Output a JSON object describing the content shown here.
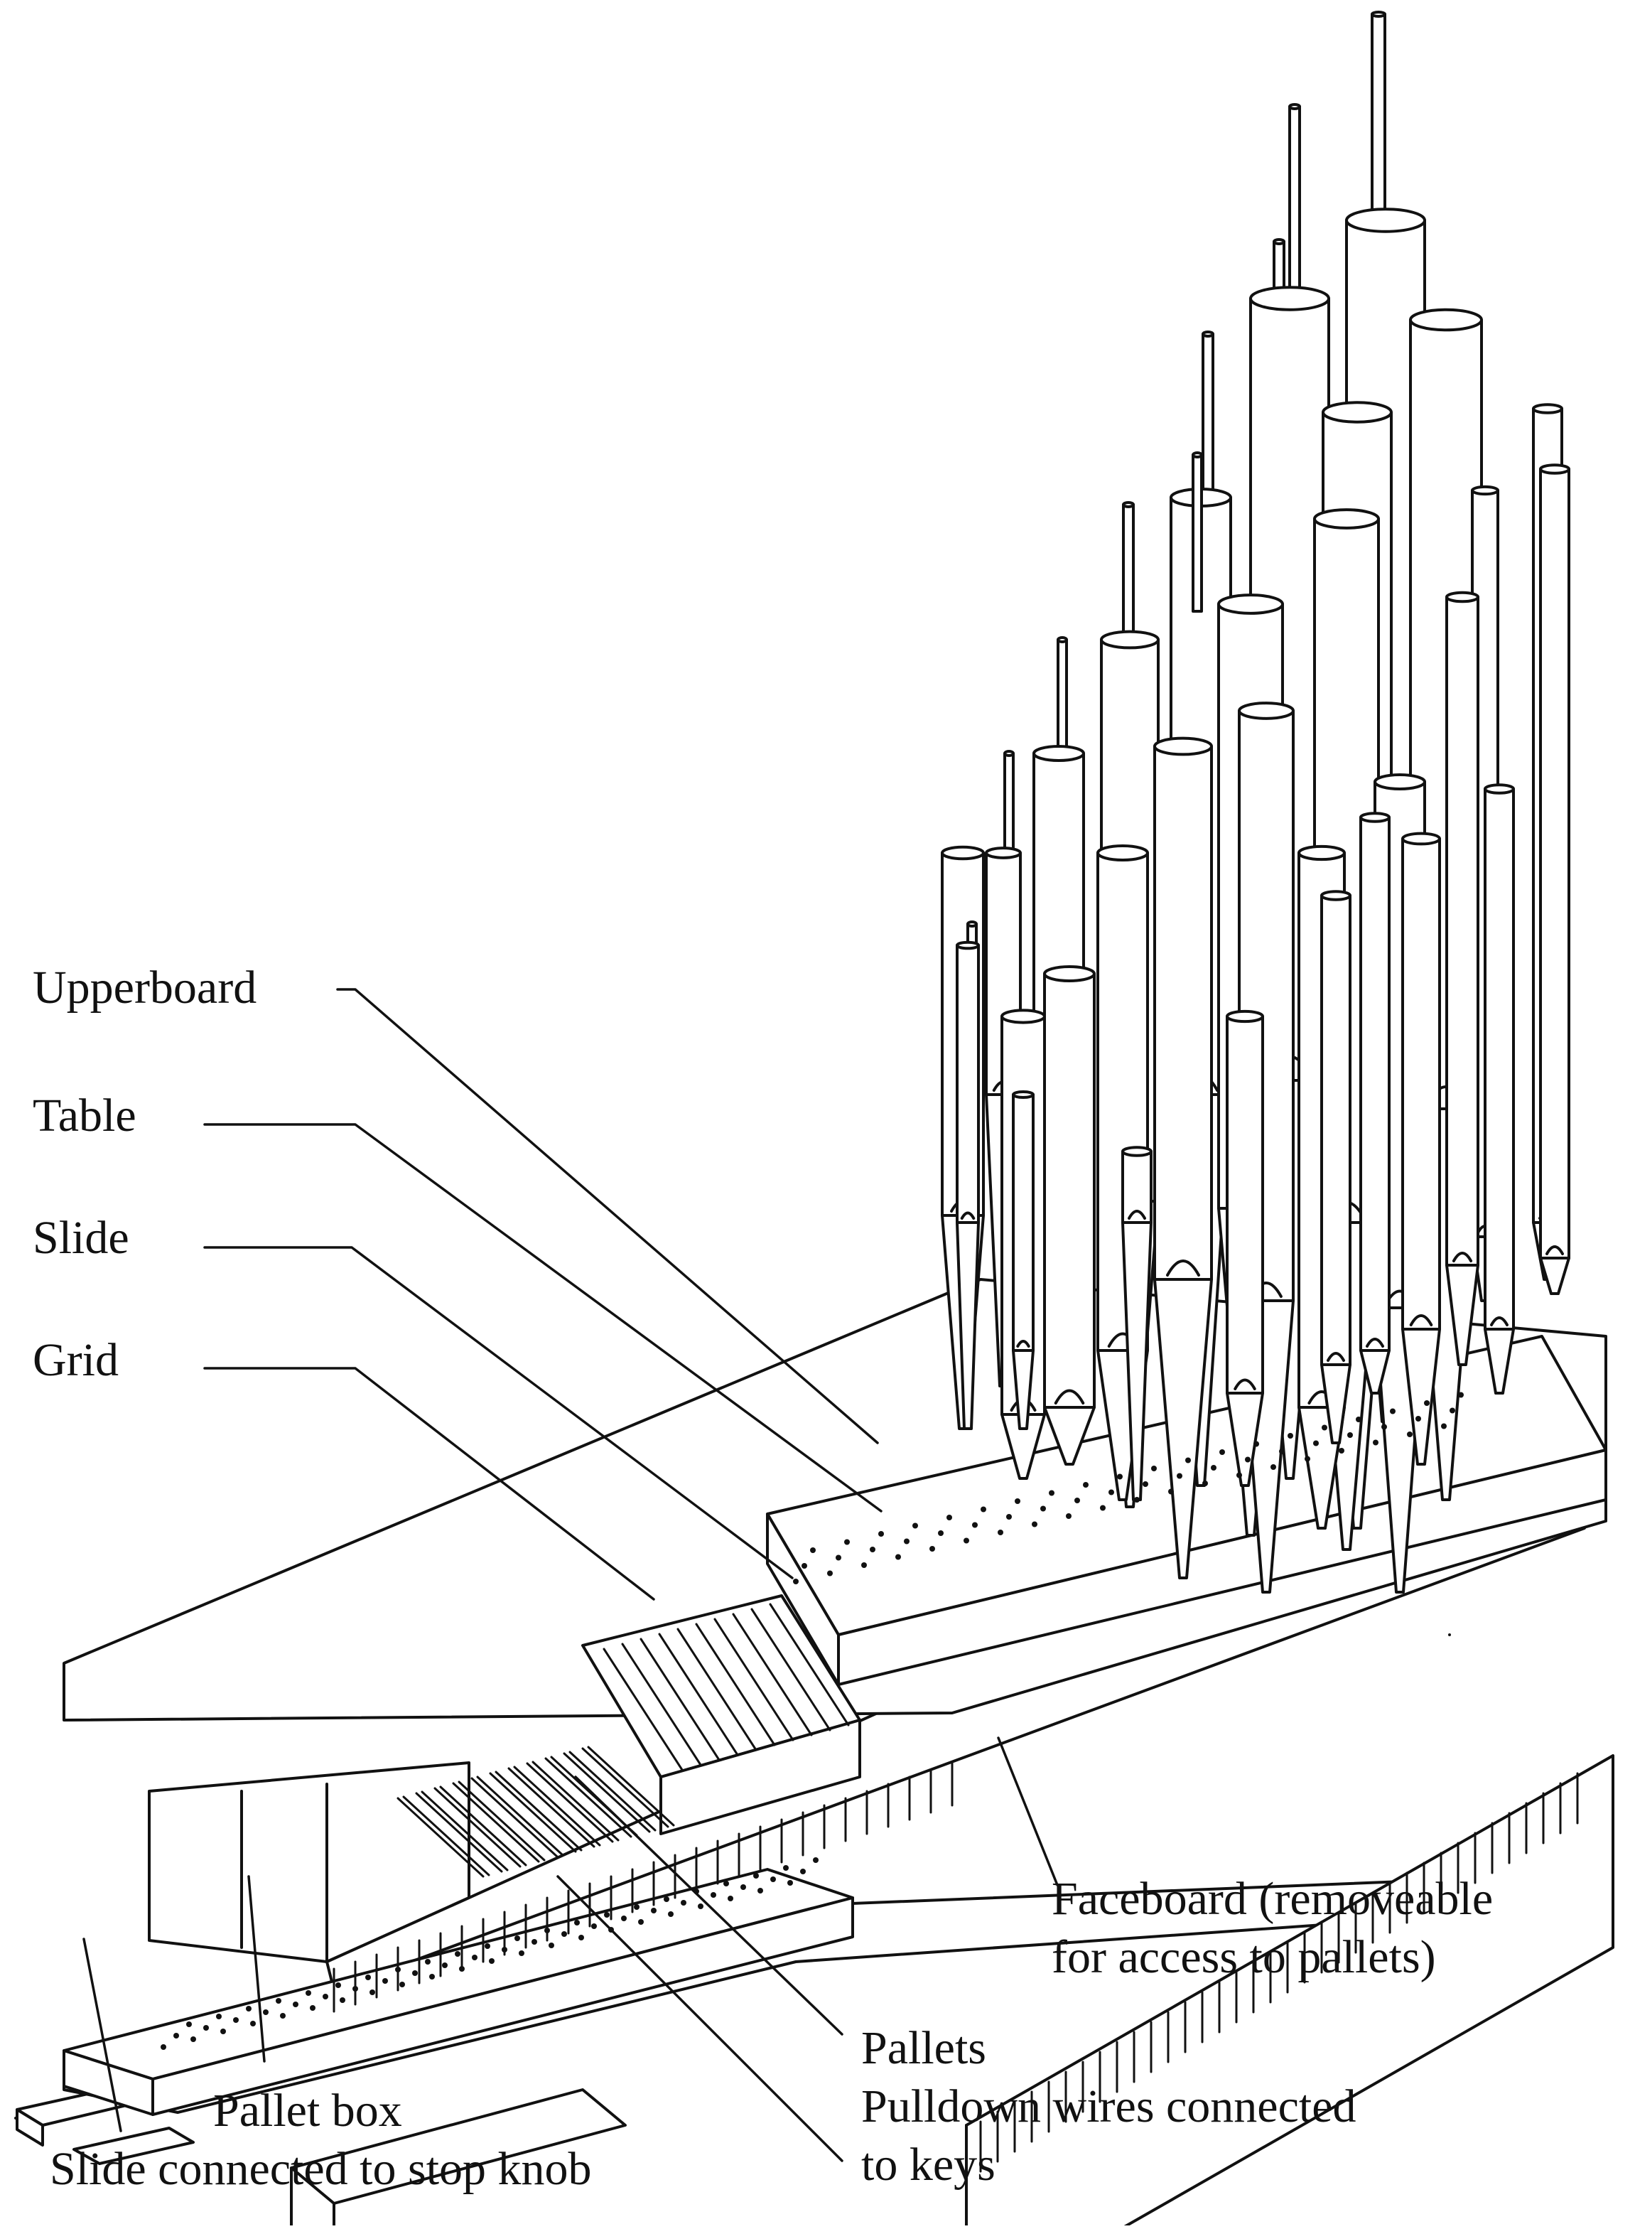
{
  "labels": {
    "upperboard": "Upperboard",
    "table": "Table",
    "slide": "Slide",
    "grid": "Grid",
    "faceboard_line1": "Faceboard (removeable",
    "faceboard_line2": "for access to pallets)",
    "pallets": "Pallets",
    "pulldown_line1": "Pulldown wires connected",
    "pulldown_line2": "to keys",
    "pallet_box": "Pallet box",
    "slide_connected": "Slide connected to stop knob"
  },
  "colors": {
    "ink": "#111111",
    "paper": "#ffffff"
  }
}
